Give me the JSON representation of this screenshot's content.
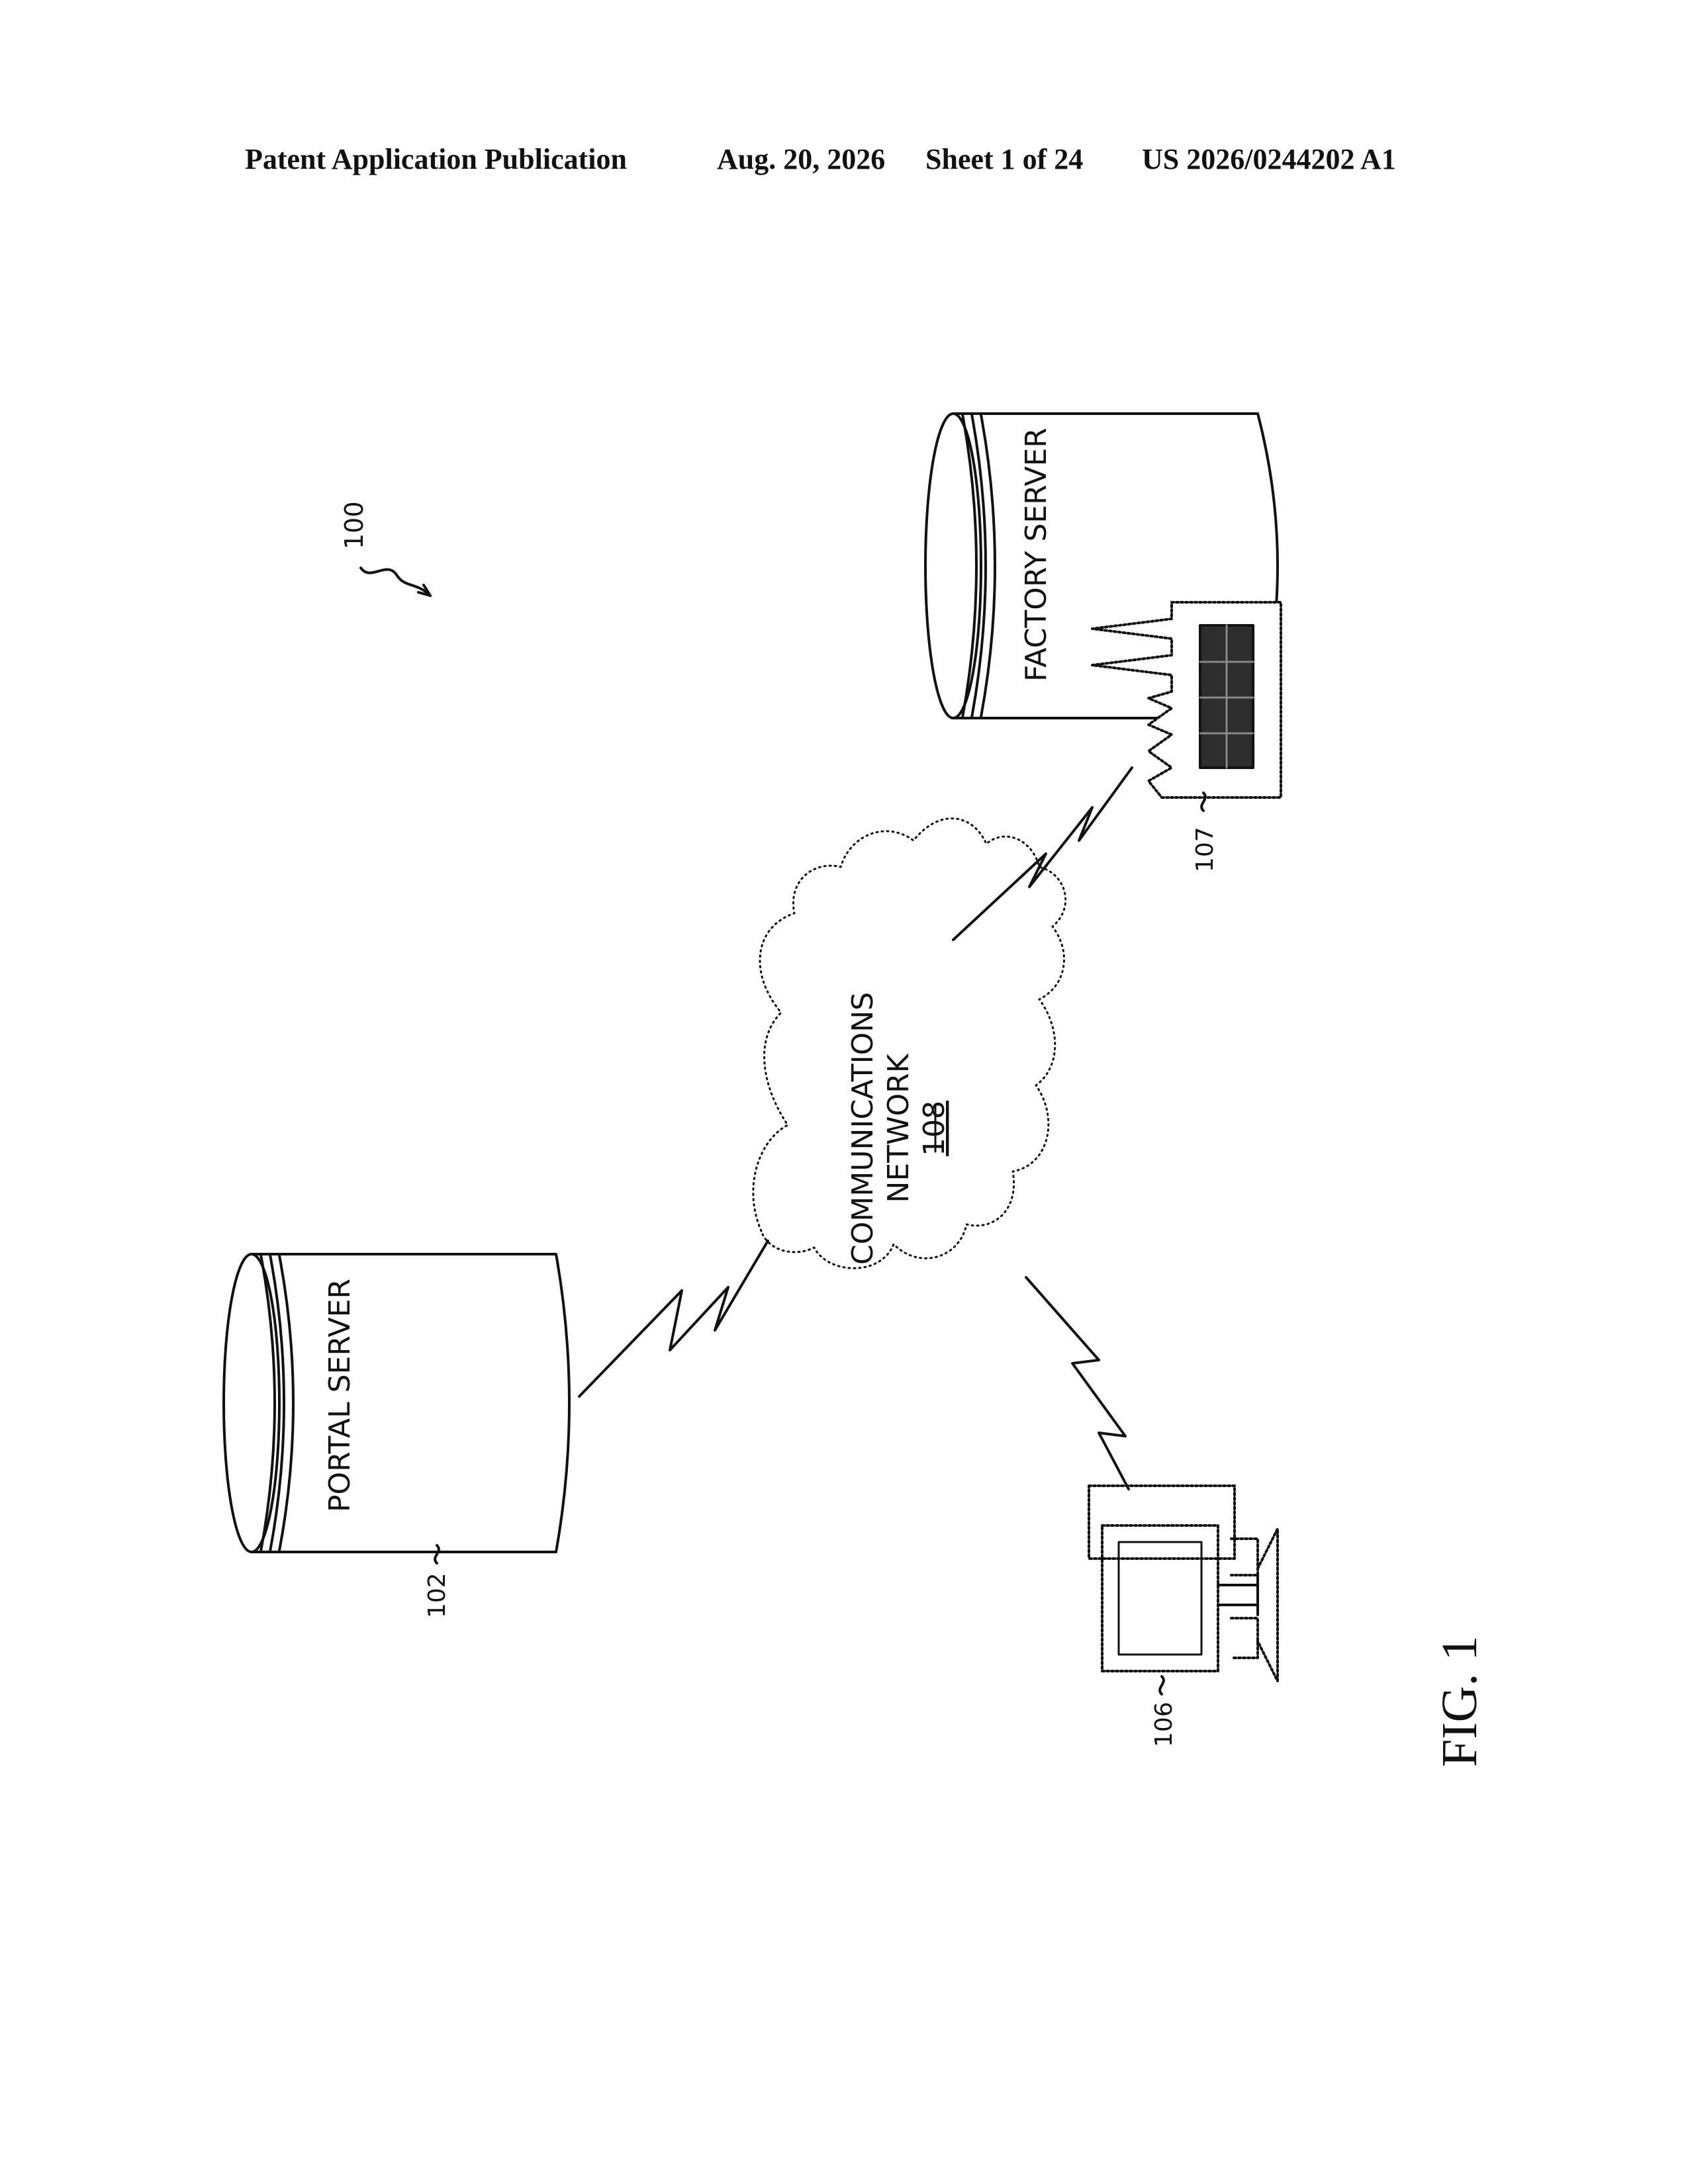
{
  "header": {
    "publication": "Patent Application Publication",
    "date": "Aug. 20, 2026",
    "sheet": "Sheet 1 of 24",
    "number": "US 2026/0244202 A1"
  },
  "figure": {
    "ref_system": "100",
    "portal_server": {
      "label": "PORTAL SERVER",
      "ref": "102"
    },
    "factory_server": {
      "label": "FACTORY SERVER",
      "ref": "107"
    },
    "computer": {
      "ref": "106"
    },
    "network": {
      "line1": "COMMUNICATIONS",
      "line2": "NETWORK",
      "ref": "108"
    },
    "caption": "FIG. 1"
  }
}
